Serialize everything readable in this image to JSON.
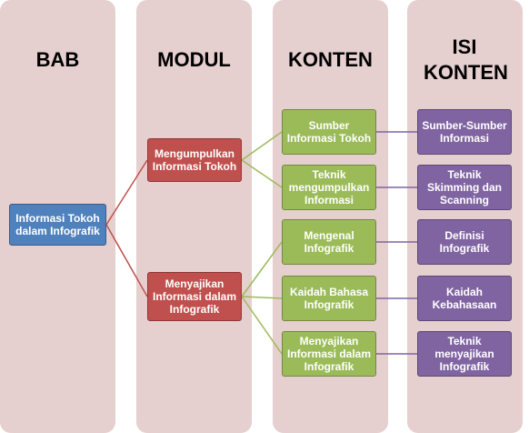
{
  "columns": {
    "bab": "BAB",
    "modul": "MODUL",
    "konten": "KONTEN",
    "isi_konten": "ISI KONTEN"
  },
  "bab": {
    "label": "Informasi Tokoh dalam Infografik"
  },
  "modul": [
    {
      "label": "Mengumpulkan Informasi Tokoh"
    },
    {
      "label": "Menyajikan Informasi dalam Infografik"
    }
  ],
  "konten": [
    {
      "label": "Sumber Informasi Tokoh"
    },
    {
      "label": "Teknik mengumpulkan Informasi"
    },
    {
      "label": "Mengenal Infografik"
    },
    {
      "label": "Kaidah Bahasa Infografik"
    },
    {
      "label": "Menyajikan Informasi dalam Infografik"
    }
  ],
  "isi_konten": [
    {
      "label": "Sumber-Sumber Informasi"
    },
    {
      "label": "Teknik Skimming dan Scanning"
    },
    {
      "label": "Definisi Infografik"
    },
    {
      "label": "Kaidah Kebahasaan"
    },
    {
      "label": "Teknik menyajikan Infografik"
    }
  ],
  "colors": {
    "column_bg": "#e6cfcf",
    "bab": "#4f81bd",
    "modul": "#c0504d",
    "konten": "#9bbb59",
    "isi_konten": "#8064a2",
    "line_bab_modul": "#c0504d",
    "line_modul_konten": "#9bbb59",
    "line_konten_isi": "#8064a2"
  }
}
